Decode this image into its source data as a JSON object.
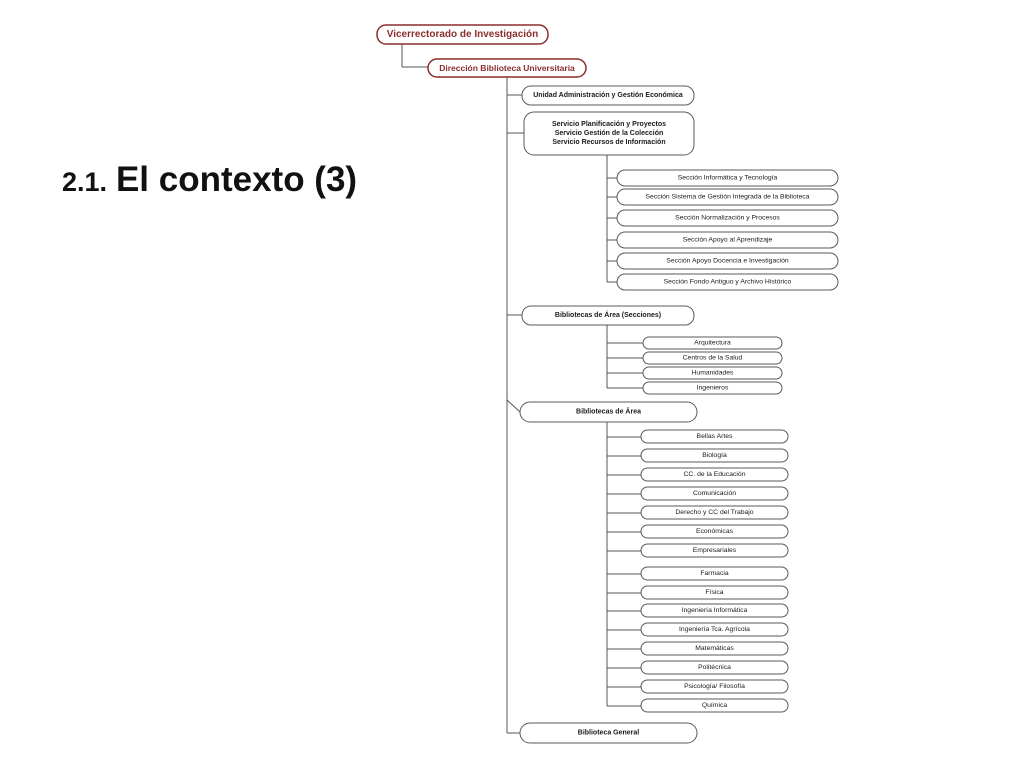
{
  "slide": {
    "title_number": "2.1.",
    "title_text": "El contexto (3)"
  },
  "org": {
    "root": "Vicerrectorado de Investigación",
    "direccion": "Dirección Biblioteca Universitaria",
    "unidad": "Unidad Administración y Gestión Económica",
    "servicios": [
      "Servicio Planificación y Proyectos",
      "Servicio Gestión de la Colección",
      "Servicio Recursos de Información"
    ],
    "secciones": [
      "Sección Informática y Tecnología",
      "Sección Sistema de Gestión Integrada de la Biblioteca",
      "Sección Normalización y Procesos",
      "Sección Apoyo al Aprendizaje",
      "Sección Apoyo Docencia e Investigación",
      "Sección Fondo Antiguo y Archivo Histórico"
    ],
    "bibliotecas_secciones": {
      "label": "Bibliotecas de Área (Secciones)",
      "items": [
        "Arquitectura",
        "Centros de la Salud",
        "Humanidades",
        "Ingenieros"
      ]
    },
    "bibliotecas_area": {
      "label": "Bibliotecas de Área",
      "items": [
        "Bellas Artes",
        "Biología",
        "CC. de la Educación",
        "Comunicación",
        "Derecho y CC del Trabajo",
        "Económicas",
        "Empresariales",
        "Farmacia",
        "Física",
        "Ingeniería Informática",
        "Ingeniería Tca. Agrícola",
        "Matemáticas",
        "Politécnica",
        "Psicología/ Filosofía",
        "Química"
      ]
    },
    "biblioteca_general": "Biblioteca General",
    "colors": {
      "accent": "#8b2d2d",
      "line": "#555555",
      "border": "#5a5a5a"
    }
  }
}
